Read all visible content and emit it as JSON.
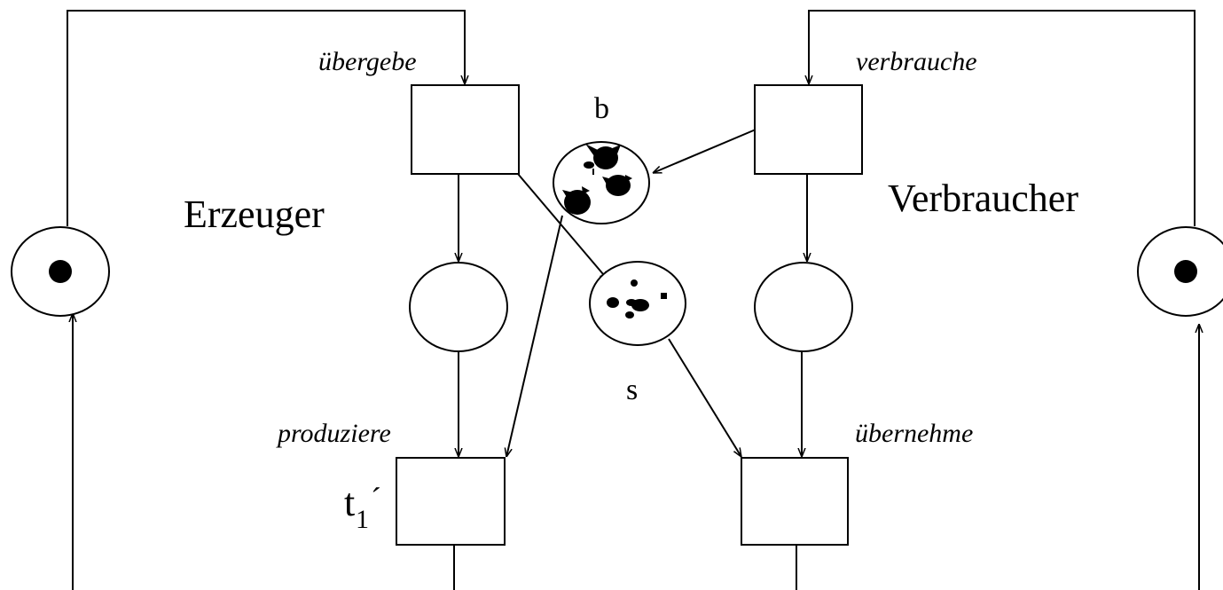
{
  "labels": {
    "uebergebe": "übergebe",
    "verbrauche": "verbrauche",
    "produziere": "produziere",
    "uebernehme": "übernehme",
    "erzeuger": "Erzeuger",
    "verbraucher": "Verbraucher",
    "place_b": "b",
    "place_s": "s",
    "transition_t": "t",
    "transition_t_sub": "1",
    "transition_t_prime": "´"
  },
  "tokens": {
    "erzeuger_place": 1,
    "verbraucher_place": 1,
    "buffer_b": 4,
    "buffer_s": 6
  },
  "colors": {
    "stroke": "#000000",
    "fill": "#ffffff",
    "token": "#000000"
  }
}
